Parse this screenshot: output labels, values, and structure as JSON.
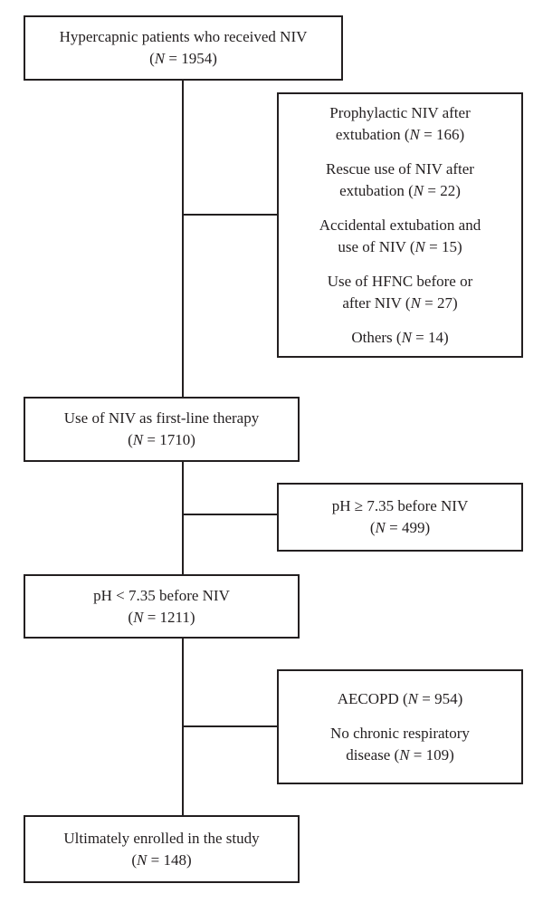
{
  "diagram": {
    "nodes": {
      "start": {
        "lines": [
          "Hypercapnic patients who received NIV",
          "(N = 1954)"
        ]
      },
      "excl1": {
        "entries": [
          {
            "lines": [
              "Prophylactic NIV after",
              "extubation (N = 166)"
            ]
          },
          {
            "lines": [
              "Rescue use of NIV after",
              "extubation (N = 22)"
            ]
          },
          {
            "lines": [
              "Accidental extubation and",
              "use of NIV (N = 15)"
            ]
          },
          {
            "lines": [
              "Use of HFNC before or",
              "after NIV (N = 27)"
            ]
          },
          {
            "lines": [
              "Others (N = 14)"
            ]
          }
        ]
      },
      "firstline": {
        "lines": [
          "Use of NIV as first-line therapy",
          "(N = 1710)"
        ]
      },
      "excl2": {
        "lines": [
          "pH ≥ 7.35 before NIV",
          "(N = 499)"
        ]
      },
      "ph": {
        "lines": [
          "pH < 7.35 before NIV",
          "(N = 1211)"
        ]
      },
      "excl3": {
        "entries": [
          {
            "lines": [
              "AECOPD (N = 954)"
            ]
          },
          {
            "lines": [
              "No chronic respiratory",
              "disease (N = 109)"
            ]
          }
        ]
      },
      "final": {
        "lines": [
          "Ultimately enrolled in the study",
          "(N = 148)"
        ]
      }
    }
  }
}
